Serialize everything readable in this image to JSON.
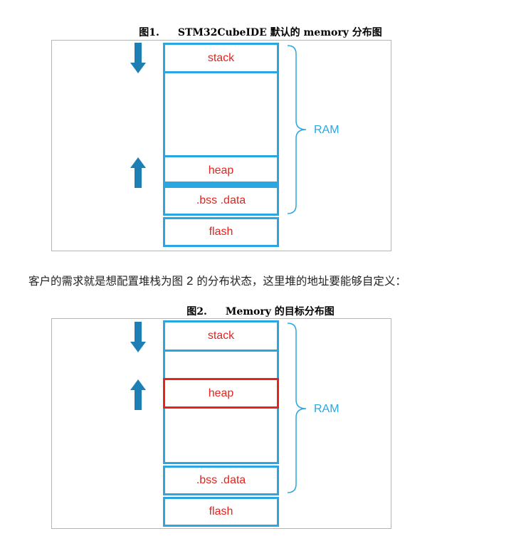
{
  "figure1": {
    "caption_num": "图1.",
    "caption_title": "STM32CubeIDE 默认的 memory 分布图",
    "blocks": [
      "stack",
      "heap",
      ".bss .data",
      "flash"
    ],
    "ram_label": "RAM"
  },
  "body_text": {
    "pre": "客户的需求就是想配置堆栈为图 ",
    "num": "2",
    "post": " 的分布状态，这里堆的地址要能够自定义："
  },
  "figure2": {
    "caption_num": "图2.",
    "caption_title": "Memory 的目标分布图",
    "blocks": [
      "stack",
      "heap",
      ".bss .data",
      "flash"
    ],
    "ram_label": "RAM"
  },
  "colors": {
    "accent_blue": "#2aa7e0",
    "arrow_blue": "#1e7fb5",
    "label_red": "#e8221c"
  }
}
